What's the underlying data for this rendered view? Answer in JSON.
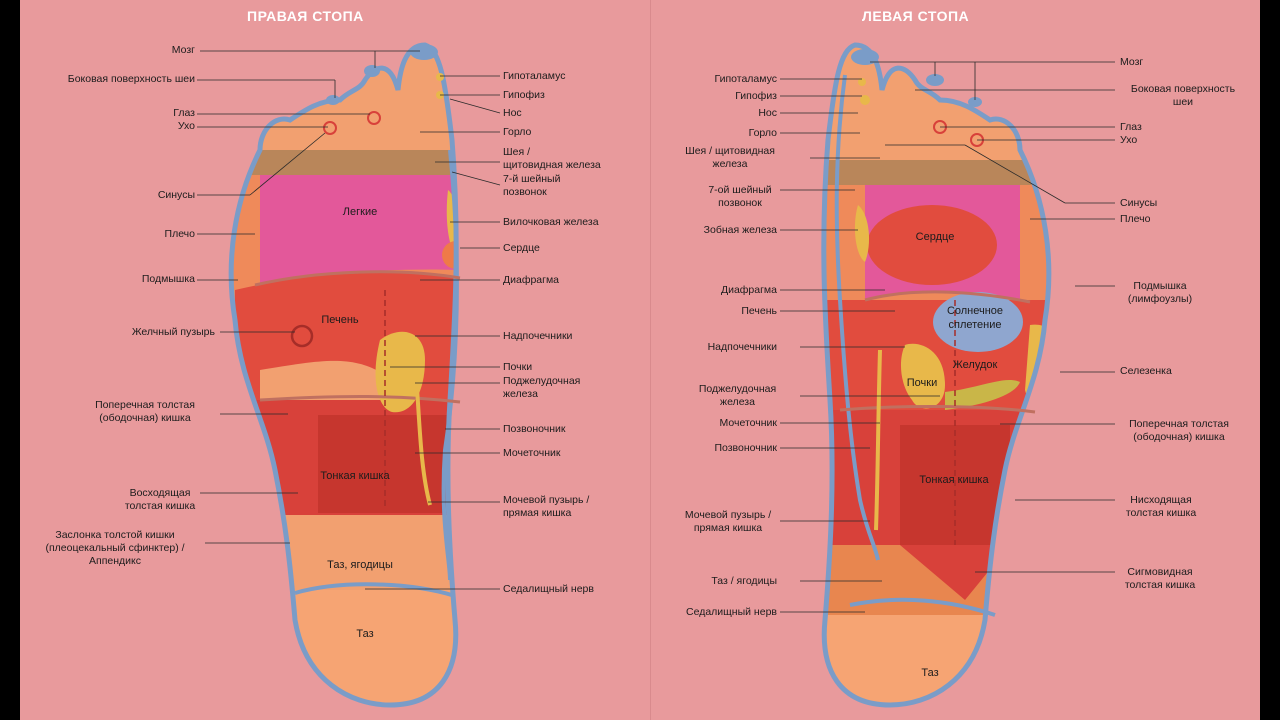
{
  "headings": {
    "right": "ПРАВАЯ СТОПА",
    "left": "ЛЕВАЯ СТОПА"
  },
  "right_foot": {
    "labels_left": {
      "mozg": "Мозг",
      "neck_side": "Боковая поверхность шеи",
      "eye": "Глаз",
      "ear": "Ухо",
      "sinus": "Синусы",
      "shoulder": "Плечо",
      "armpit": "Подмышка",
      "gallbladder": "Желчный пузырь",
      "colon_1": "Поперечная толстая",
      "colon_2": "(ободочная) кишка",
      "asc_1": "Восходящая",
      "asc_2": "толстая кишка",
      "valve_1": "Заслонка толстой кишки",
      "valve_2": "(плеоцекальный сфинктер) /",
      "valve_3": "Аппендикс"
    },
    "labels_right": {
      "hypothalamus": "Гипоталамус",
      "pituitary": "Гипофиз",
      "nose": "Нос",
      "throat": "Горло",
      "neck_1": "Шея /",
      "neck_2": "щитовидная железа",
      "c7_1": "7-й шейный",
      "c7_2": "позвонок",
      "thymus": "Вилочковая железа",
      "heart": "Сердце",
      "diaphragm": "Диафрагма",
      "adrenal": "Надпочечники",
      "kidney": "Почки",
      "pancreas_1": "Поджелудочная",
      "pancreas_2": "железа",
      "spine": "Позвоночник",
      "ureter": "Мочеточник",
      "bladder_1": "Мочевой пузырь /",
      "bladder_2": "прямая кишка",
      "sciatic": "Седалищный нерв"
    },
    "zones": {
      "lungs": "Легкие",
      "liver": "Печень",
      "small_int": "Тонкая кишка",
      "pelvis_glutes": "Таз, ягодицы",
      "pelvis": "Таз"
    }
  },
  "left_foot": {
    "labels_left": {
      "hypothalamus": "Гипоталамус",
      "pituitary": "Гипофиз",
      "nose": "Нос",
      "throat": "Горло",
      "neck_1": "Шея / щитовидная",
      "neck_2": "железа",
      "c7_1": "7-ой шейный",
      "c7_2": "позвонок",
      "goiter": "Зобная железа",
      "diaphragm": "Диафрагма",
      "liver": "Печень",
      "adrenal": "Надпочечники",
      "pancreas_1": "Поджелудочная",
      "pancreas_2": "железа",
      "ureter": "Мочеточник",
      "spine": "Позвоночник",
      "bladder_1": "Мочевой пузырь /",
      "bladder_2": "прямая кишка",
      "pelvis": "Таз / ягодицы",
      "sciatic": "Седалищный нерв"
    },
    "labels_right": {
      "mozg": "Мозг",
      "neck_side_1": "Боковая поверхность",
      "neck_side_2": "шеи",
      "eye": "Глаз",
      "ear": "Ухо",
      "sinus": "Синусы",
      "shoulder": "Плечо",
      "armpit_1": "Подмышка",
      "armpit_2": "(лимфоузлы)",
      "spleen": "Селезенка",
      "colon_1": "Поперечная толстая",
      "colon_2": "(ободочная) кишка",
      "desc_1": "Нисходящая",
      "desc_2": "толстая кишка",
      "sigm_1": "Сигмовидная",
      "sigm_2": "толстая кишка"
    },
    "zones": {
      "heart": "Сердце",
      "solar_1": "Солнечное",
      "solar_2": "сплетение",
      "stomach": "Желудок",
      "kidney": "Почки",
      "small_int": "Тонкая кишка",
      "pelvis": "Таз"
    }
  }
}
